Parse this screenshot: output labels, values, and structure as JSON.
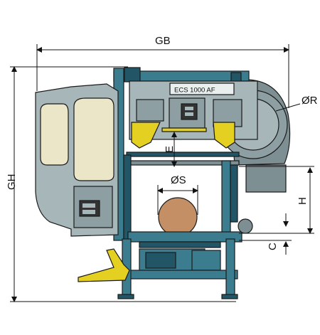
{
  "dimensions": {
    "gb": "GB",
    "gh": "GH",
    "r": "ØR",
    "s": "ØS",
    "e": "E",
    "h": "H",
    "c": "C"
  },
  "machine_badge": "ECS 1000 AF",
  "colors": {
    "frame": "#3b7d8e",
    "frame_dark": "#225565",
    "panel": "#a7b6b8",
    "panel_dark": "#7e8f93",
    "glass": "#ece6c9",
    "yellow": "#e4d021",
    "log": "#c58f65",
    "line": "#111111"
  }
}
